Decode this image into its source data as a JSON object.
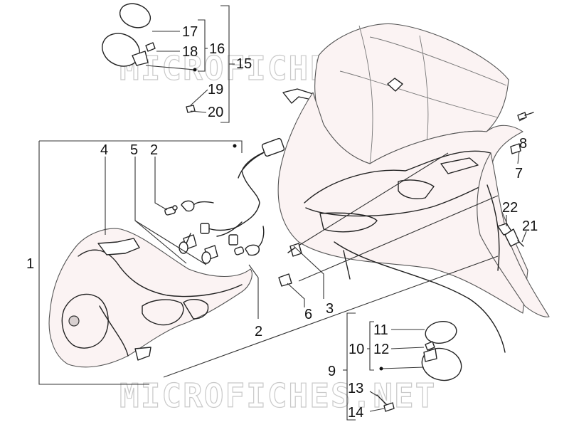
{
  "watermark": {
    "top": "MICROFICHES.NET",
    "bottom": "MICROFICHES.NET"
  },
  "labels": {
    "p1": "1",
    "p2a": "2",
    "p2b": "2",
    "p3": "3",
    "p4": "4",
    "p5": "5",
    "p6": "6",
    "p7": "7",
    "p8": "8",
    "p9": "9",
    "p10": "10",
    "p11": "11",
    "p12": "12",
    "p13": "13",
    "p14": "14",
    "p15": "15",
    "p16": "16",
    "p17": "17",
    "p18": "18",
    "p19": "19",
    "p20": "20",
    "p21": "21",
    "p22": "22"
  }
}
